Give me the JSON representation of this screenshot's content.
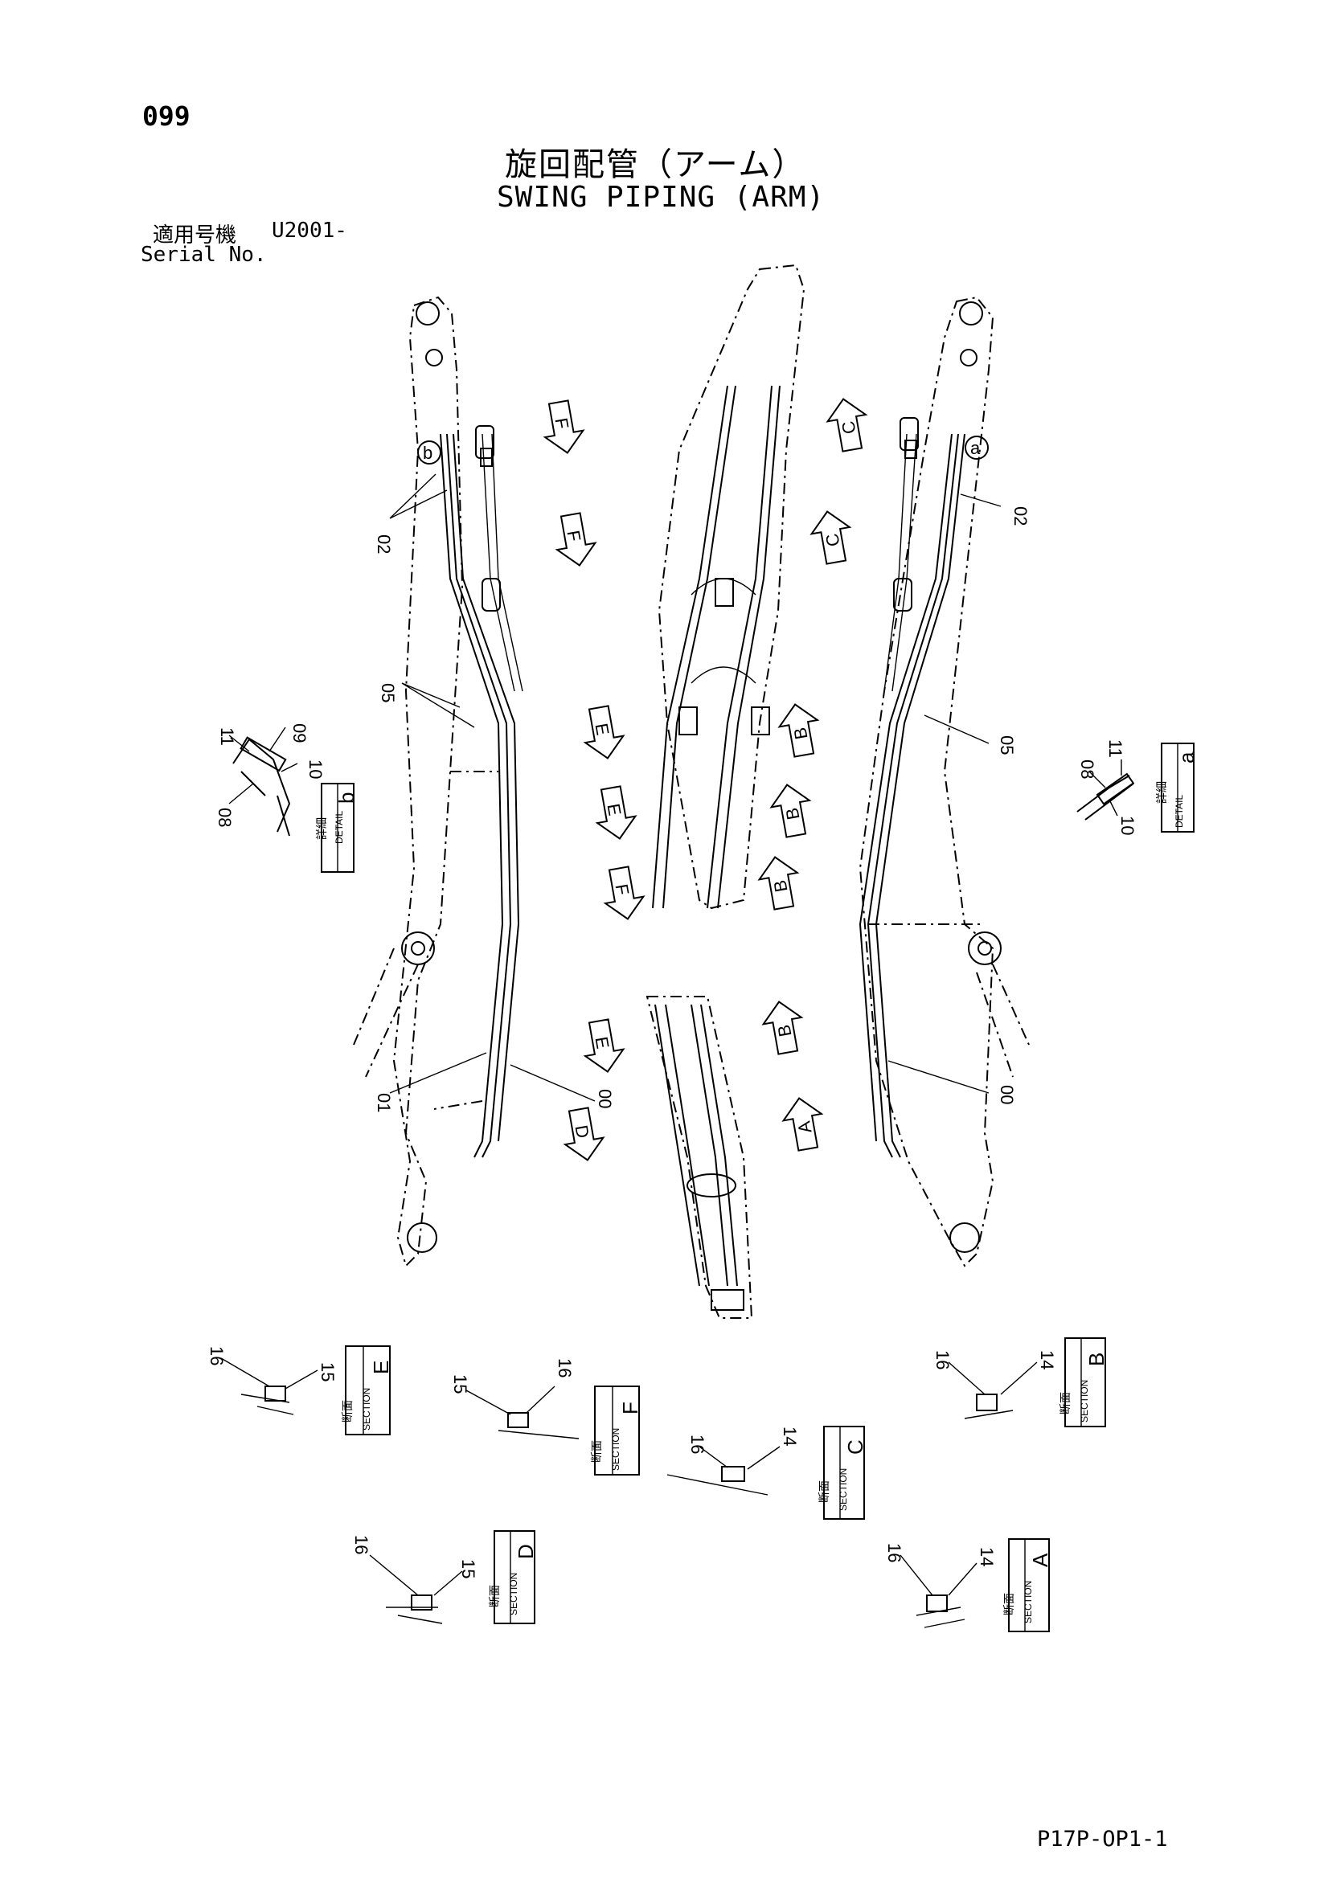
{
  "page_number": "099",
  "title_jp": "旋回配管（アーム）",
  "title_en": "SWING PIPING (ARM)",
  "serial": {
    "label_jp": "適用号機",
    "value": "U2001-",
    "label_en": "Serial No."
  },
  "drawing_code": "P17P-OP1-1",
  "part_numbers": [
    "02",
    "05",
    "01",
    "00",
    "02",
    "05",
    "00",
    "11",
    "09",
    "10",
    "08",
    "08",
    "11",
    "10"
  ],
  "view_arrows": [
    "F",
    "F",
    "E",
    "E",
    "F",
    "E",
    "D",
    "C",
    "C",
    "B",
    "B",
    "B",
    "B",
    "A"
  ],
  "details": [
    {
      "label_jp": "詳細",
      "label_en": "DETAIL",
      "letter": "b",
      "parts": [
        "11",
        "09",
        "10",
        "08"
      ]
    },
    {
      "label_jp": "詳細",
      "label_en": "DETAIL",
      "letter": "a",
      "parts": [
        "08",
        "11",
        "10"
      ]
    }
  ],
  "sections": [
    {
      "label_jp": "断面",
      "label_en": "SECTION",
      "letter": "E",
      "parts": [
        "16",
        "15"
      ]
    },
    {
      "label_jp": "断面",
      "label_en": "SECTION",
      "letter": "F",
      "parts": [
        "15",
        "16"
      ]
    },
    {
      "label_jp": "断面",
      "label_en": "SECTION",
      "letter": "C",
      "parts": [
        "16",
        "14"
      ]
    },
    {
      "label_jp": "断面",
      "label_en": "SECTION",
      "letter": "B",
      "parts": [
        "16",
        "14"
      ]
    },
    {
      "label_jp": "断面",
      "label_en": "SECTION",
      "letter": "D",
      "parts": [
        "16",
        "15"
      ]
    },
    {
      "label_jp": "断面",
      "label_en": "SECTION",
      "letter": "A",
      "parts": [
        "16",
        "14"
      ]
    }
  ],
  "callout_letters": [
    "b",
    "a"
  ]
}
